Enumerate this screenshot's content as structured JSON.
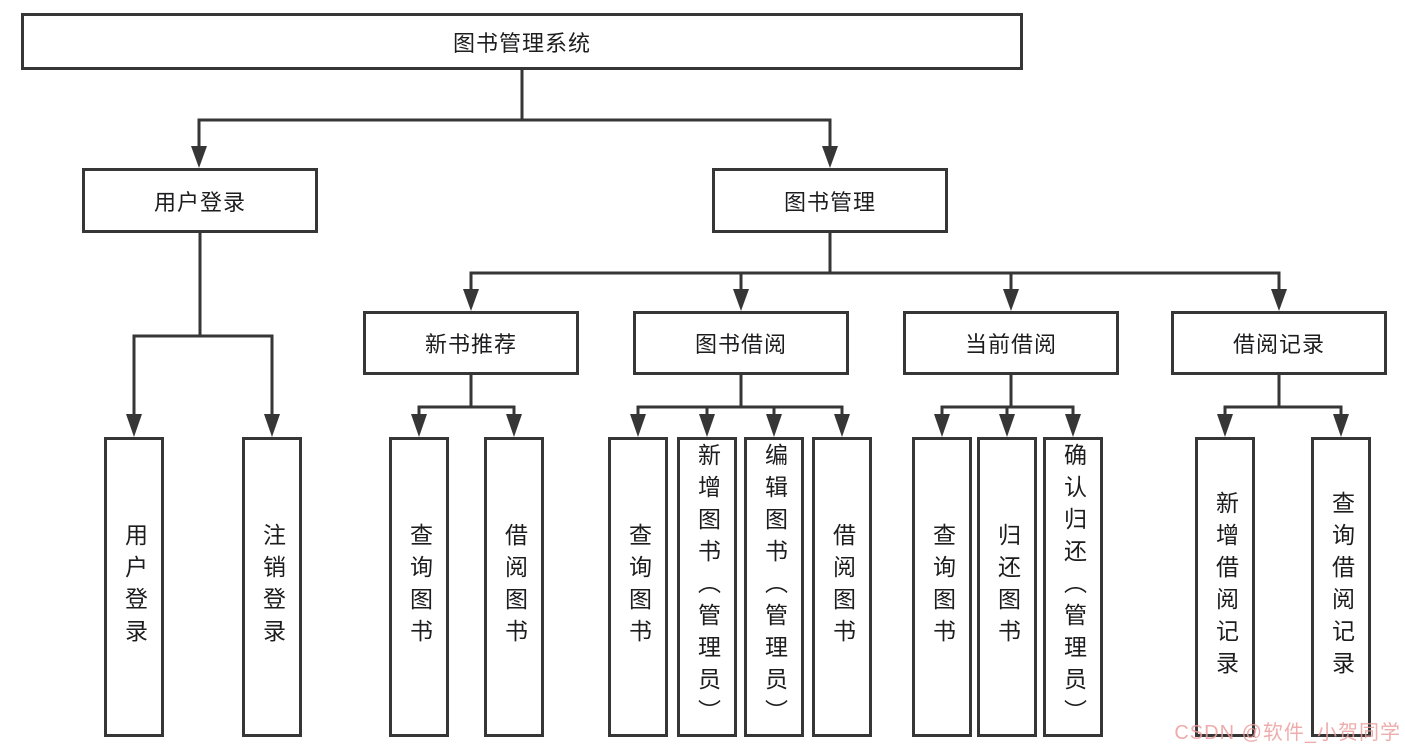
{
  "diagram": {
    "type": "hierarchy-tree",
    "root": {
      "label": "图书管理系统"
    },
    "branches": [
      {
        "label": "用户登录",
        "children": [
          {
            "label": "用户登录"
          },
          {
            "label": "注销登录"
          }
        ]
      },
      {
        "label": "图书管理",
        "children": [
          {
            "label": "新书推荐",
            "children": [
              {
                "label": "查询图书"
              },
              {
                "label": "借阅图书"
              }
            ]
          },
          {
            "label": "图书借阅",
            "children": [
              {
                "label": "查询图书"
              },
              {
                "label": "新增图书（管理员）"
              },
              {
                "label": "编辑图书（管理员）"
              },
              {
                "label": "借阅图书"
              }
            ]
          },
          {
            "label": "当前借阅",
            "children": [
              {
                "label": "查询图书"
              },
              {
                "label": "归还图书"
              },
              {
                "label": "确认归还（管理员）"
              }
            ]
          },
          {
            "label": "借阅记录",
            "children": [
              {
                "label": "新增借阅记录"
              },
              {
                "label": "查询借阅记录"
              }
            ]
          }
        ]
      }
    ]
  },
  "watermark": {
    "text": "CSDN @软件_小贺同学",
    "color": "#eb9d9d"
  },
  "colors": {
    "line": "#363636",
    "box_border": "#363636",
    "text": "#1d1d1f",
    "background": "#ffffff"
  }
}
